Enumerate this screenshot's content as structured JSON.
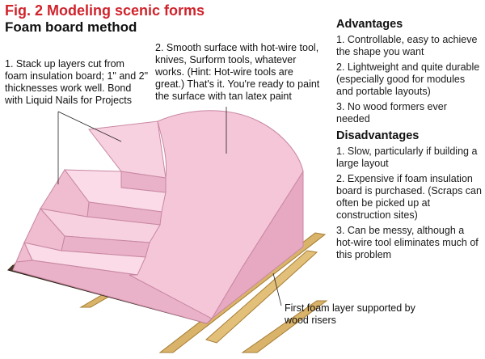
{
  "figure": {
    "title": "Fig. 2 Modeling scenic forms",
    "subtitle": "Foam board method"
  },
  "callouts": [
    {
      "id": "stack-layers",
      "text": "1. Stack up layers cut from foam insulation board; 1\" and 2\" thicknesses work well. Bond with Liquid Nails for Projects"
    },
    {
      "id": "smooth-surface",
      "text": "2. Smooth surface with hot-wire tool, knives, Surform tools, whatever works. (Hint: Hot-wire tools are great.) That's it. You're ready to paint the surface with tan latex paint"
    },
    {
      "id": "first-layer",
      "text": "First foam layer supported by wood risers"
    }
  ],
  "advantages": {
    "heading": "Advantages",
    "items": [
      "1. Controllable, easy to achieve the shape you want",
      "2. Lightweight and quite durable (especially good for modules and portable layouts)",
      "3. No wood formers ever needed"
    ]
  },
  "disadvantages": {
    "heading": "Disadvantages",
    "items": [
      "1. Slow, particularly if building a large layout",
      "2. Expensive if foam insulation board is purchased. (Scraps can often be picked up at construction sites)",
      "3. Can be messy, although a hot-wire tool eliminates much of this problem"
    ]
  },
  "colors": {
    "title_red": "#d0232b",
    "foam_pink": "#f4c6d8",
    "foam_pink_dark": "#e6a9c1",
    "foam_pink_light": "#fadbe7",
    "wood": "#d9b36a",
    "wood_dark": "#a67c34",
    "track": "#4a3a2a"
  }
}
